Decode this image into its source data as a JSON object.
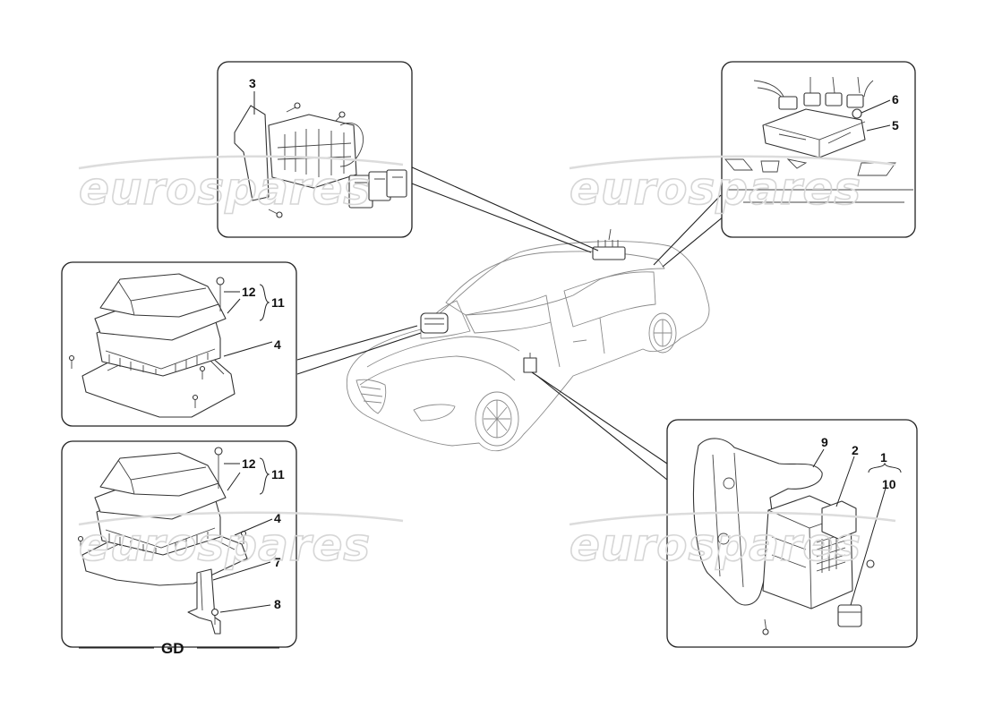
{
  "watermark": {
    "text": "eurospares"
  },
  "panels": {
    "top_left": {
      "labels": [
        "3"
      ]
    },
    "top_right": {
      "labels": [
        "6",
        "5"
      ]
    },
    "mid_left": {
      "labels": [
        "12",
        "11",
        "4"
      ]
    },
    "bottom_left": {
      "labels": [
        "12",
        "11",
        "4",
        "7",
        "8"
      ],
      "variant_label": "GD"
    },
    "bottom_right": {
      "labels": [
        "9",
        "2",
        "1",
        "10"
      ]
    }
  }
}
